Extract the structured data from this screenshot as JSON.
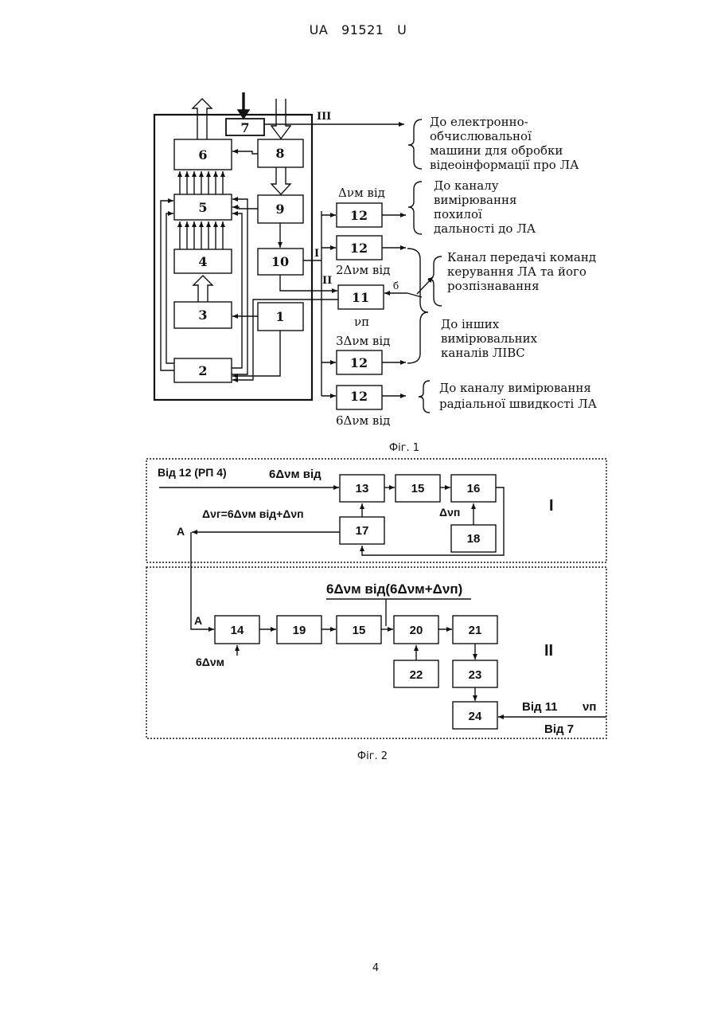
{
  "header": "UA   91521   U",
  "page_number": "4",
  "fig1": {
    "caption": "Фіг. 1",
    "blocks": [
      "1",
      "2",
      "3",
      "4",
      "5",
      "6",
      "7",
      "8",
      "9",
      "10",
      "11",
      "12"
    ],
    "roman_I": "I",
    "roman_II": "II",
    "roman_III": "III",
    "label_b": "б",
    "nu_p": "νп",
    "d1": "Δνм від",
    "d2": "2Δνм від",
    "d3": "3Δνм від",
    "d6": "6Δνм від",
    "notes": {
      "computer": [
        "До електронно-",
        "обчислювальної",
        "машини для обробки",
        "відеоінформації про ЛА"
      ],
      "range": [
        "До каналу",
        "вимірювання",
        "похилої",
        "дальності до ЛА"
      ],
      "command": [
        "Канал передачі команд",
        "керування ЛА та його",
        "розпізнавання"
      ],
      "other": [
        "До інших",
        "вимірювальних",
        "каналів ЛІВС"
      ],
      "velocity": [
        "До каналу вимірювання",
        "радіальної швидкості ЛА"
      ]
    }
  },
  "fig2": {
    "caption": "Фіг. 2",
    "section_I": "I",
    "section_II": "II",
    "from12": "Від 12 (РП 4)",
    "in_6dnu": "6Δνм від",
    "dnu_g": "Δνг=6Δνм від+Δνп",
    "dnu_p": "Δνп",
    "A": "А",
    "in_14": "6Δνм",
    "formula": "6Δνм від(6Δνм+Δνп)",
    "from11": "Від 11",
    "nu_n": "νп",
    "from7": "Від 7",
    "blocks": [
      "13",
      "15",
      "16",
      "17",
      "18",
      "14",
      "19",
      "15",
      "20",
      "21",
      "22",
      "23",
      "24"
    ]
  }
}
